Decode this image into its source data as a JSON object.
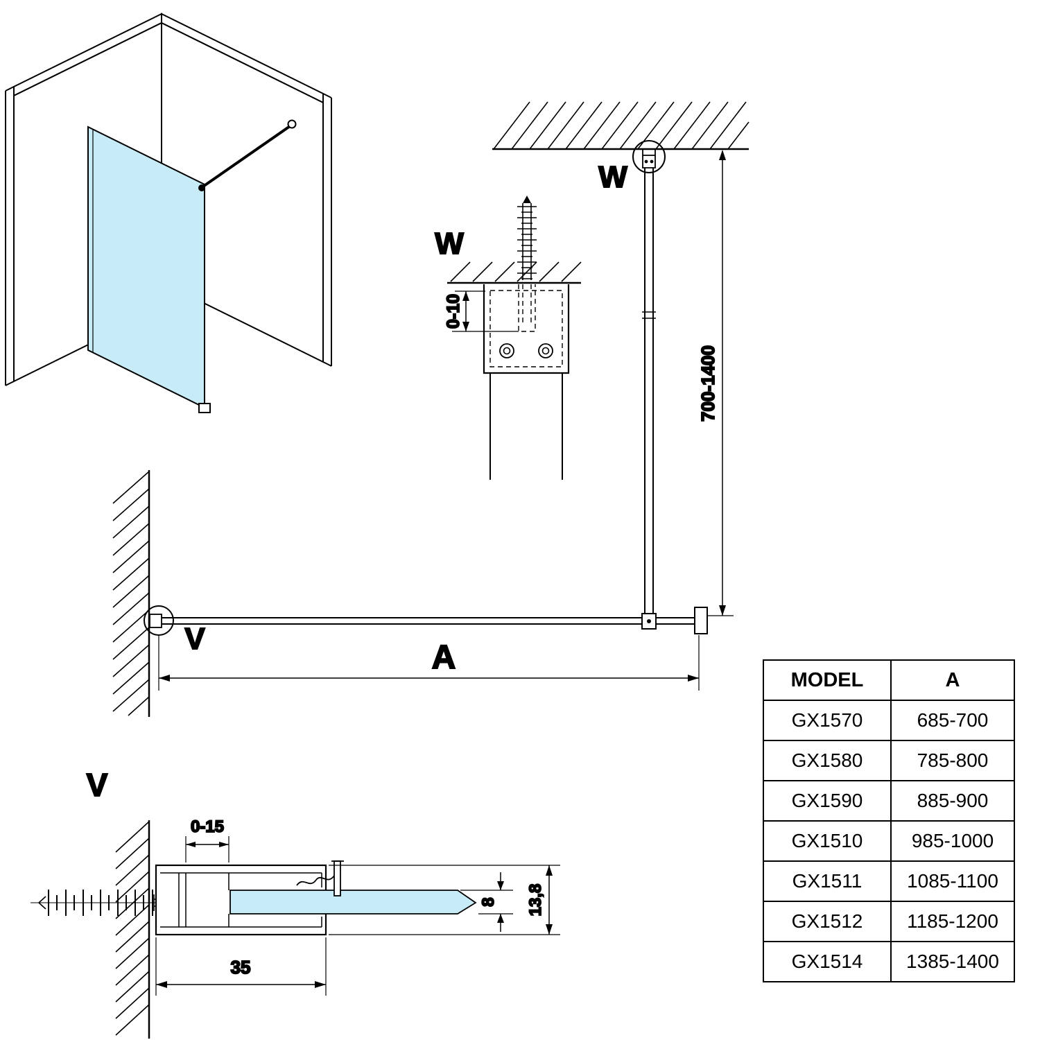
{
  "drawing": {
    "labels": {
      "detail_w_view": "W",
      "detail_w_ref": "W",
      "detail_v_view": "V",
      "detail_v_ref": "V",
      "width_letter": "A"
    },
    "dimensions": {
      "bracket_adjust": "0-10",
      "bar_height": "700-1400",
      "wall_offset": "0-15",
      "profile_width": "35",
      "glass_thickness": "8",
      "profile_depth": "13,8"
    },
    "colors": {
      "glass": "#c7ebf7",
      "line": "#000000"
    }
  },
  "table": {
    "headers": {
      "model": "MODEL",
      "a": "A"
    },
    "rows": [
      {
        "model": "GX1570",
        "a": "685-700"
      },
      {
        "model": "GX1580",
        "a": "785-800"
      },
      {
        "model": "GX1590",
        "a": "885-900"
      },
      {
        "model": "GX1510",
        "a": "985-1000"
      },
      {
        "model": "GX1511",
        "a": "1085-1100"
      },
      {
        "model": "GX1512",
        "a": "1185-1200"
      },
      {
        "model": "GX1514",
        "a": "1385-1400"
      }
    ]
  }
}
